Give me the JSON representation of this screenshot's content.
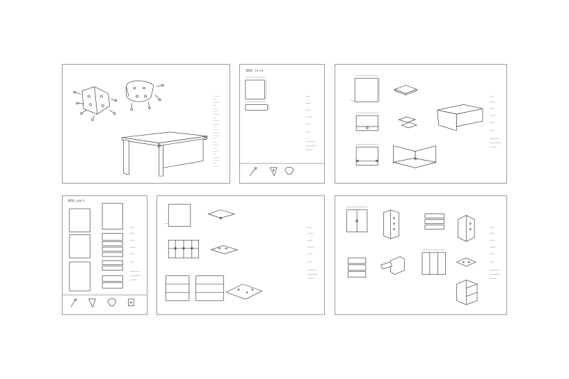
{
  "sheets": [
    {
      "id": "sheet-1",
      "title": ""
    },
    {
      "id": "sheet-2",
      "title": "BOX_sirk"
    },
    {
      "id": "sheet-3",
      "title": ""
    },
    {
      "id": "sheet-4",
      "title": "BOX_pari"
    },
    {
      "id": "sheet-5",
      "title": ""
    },
    {
      "id": "sheet-6",
      "title": ""
    }
  ],
  "colors": {
    "line": "#222222",
    "border": "#9a9a9a",
    "background": "#ffffff"
  }
}
